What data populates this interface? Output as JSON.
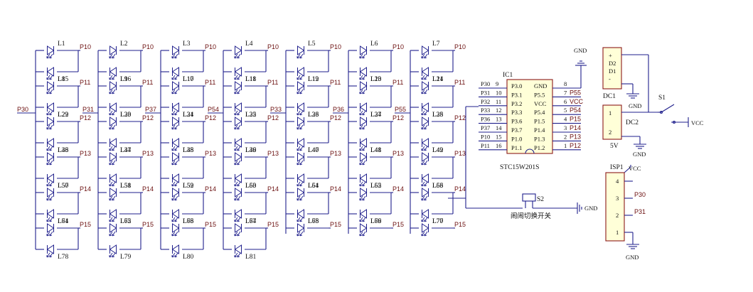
{
  "led_columns": [
    {
      "net": "P30",
      "names": [
        "L1",
        "L8",
        "L15",
        "L22",
        "L29",
        "L36",
        "L43",
        "L50",
        "L57",
        "L64",
        "L71",
        "L78"
      ]
    },
    {
      "net": "P31",
      "names": [
        "L2",
        "L9",
        "L16",
        "L23",
        "L30",
        "L37",
        "L44",
        "L51",
        "L58",
        "L65",
        "L72",
        "L79"
      ]
    },
    {
      "net": "P37",
      "names": [
        "L3",
        "L10",
        "L17",
        "L24",
        "L31",
        "L38",
        "L45",
        "L52",
        "L59",
        "L66",
        "L73",
        "L80"
      ]
    },
    {
      "net": "P54",
      "names": [
        "L4",
        "L11",
        "L18",
        "L25",
        "L32",
        "L39",
        "L46",
        "L53",
        "L60",
        "L67",
        "L74",
        "L81"
      ]
    },
    {
      "net": "P33",
      "names": [
        "L5",
        "L12",
        "L19",
        "L26",
        "L33",
        "L40",
        "L47",
        "L54",
        "L61",
        "L68",
        "L75"
      ]
    },
    {
      "net": "P36",
      "names": [
        "L6",
        "L13",
        "L20",
        "L27",
        "L34",
        "L41",
        "L48",
        "L55",
        "L62",
        "L69",
        "L76"
      ]
    },
    {
      "net": "P55",
      "names": [
        "L7",
        "L14",
        "L21",
        "L28",
        "L35",
        "L42",
        "L49",
        "L56",
        "L63",
        "L70",
        "L77"
      ]
    }
  ],
  "row_nets": [
    "P10",
    "P11",
    "P12",
    "P13",
    "P14",
    "P15"
  ],
  "ic": {
    "ref": "IC1",
    "part": "STC15W201S",
    "left_pins": [
      {
        "num": "9",
        "name": "P3.0",
        "net": "P30"
      },
      {
        "num": "10",
        "name": "P3.1",
        "net": "P31"
      },
      {
        "num": "11",
        "name": "P3.2",
        "net": "P32"
      },
      {
        "num": "12",
        "name": "P3.3",
        "net": "P33"
      },
      {
        "num": "13",
        "name": "P3.6",
        "net": "P36"
      },
      {
        "num": "14",
        "name": "P3.7",
        "net": "P37"
      },
      {
        "num": "15",
        "name": "P1.0",
        "net": "P10"
      },
      {
        "num": "16",
        "name": "P1.1",
        "net": "P11"
      }
    ],
    "right_pins": [
      {
        "num": "8",
        "name": "GND",
        "net": ""
      },
      {
        "num": "7",
        "name": "P5.5",
        "net": "P55"
      },
      {
        "num": "6",
        "name": "VCC",
        "net": "VCC"
      },
      {
        "num": "5",
        "name": "P5.4",
        "net": "P54"
      },
      {
        "num": "4",
        "name": "P1.5",
        "net": "P15"
      },
      {
        "num": "3",
        "name": "P1.4",
        "net": "P14"
      },
      {
        "num": "2",
        "name": "P1.3",
        "net": "P13"
      },
      {
        "num": "1",
        "name": "P1.2",
        "net": "P12"
      }
    ],
    "gnd_label": "GND"
  },
  "switch_s2": {
    "ref": "S2",
    "caption": "闹闹切换开关",
    "gnd": "GND",
    "net": "P14"
  },
  "dc1": {
    "ref": "DC1",
    "pins": [
      "+",
      "D2",
      "D1",
      "-"
    ],
    "gnd": "GND"
  },
  "dc2": {
    "ref": "DC2",
    "pins": [
      "1",
      "2"
    ],
    "voltage": "5V",
    "gnd": "GND"
  },
  "switch_s1": {
    "ref": "S1",
    "vcc": "VCC"
  },
  "isp": {
    "ref": "ISP1",
    "vcc": "VCC",
    "pins": [
      "4",
      "3",
      "2",
      "1"
    ],
    "nets": [
      "",
      "P30",
      "P31",
      ""
    ],
    "gnd": "GND"
  }
}
